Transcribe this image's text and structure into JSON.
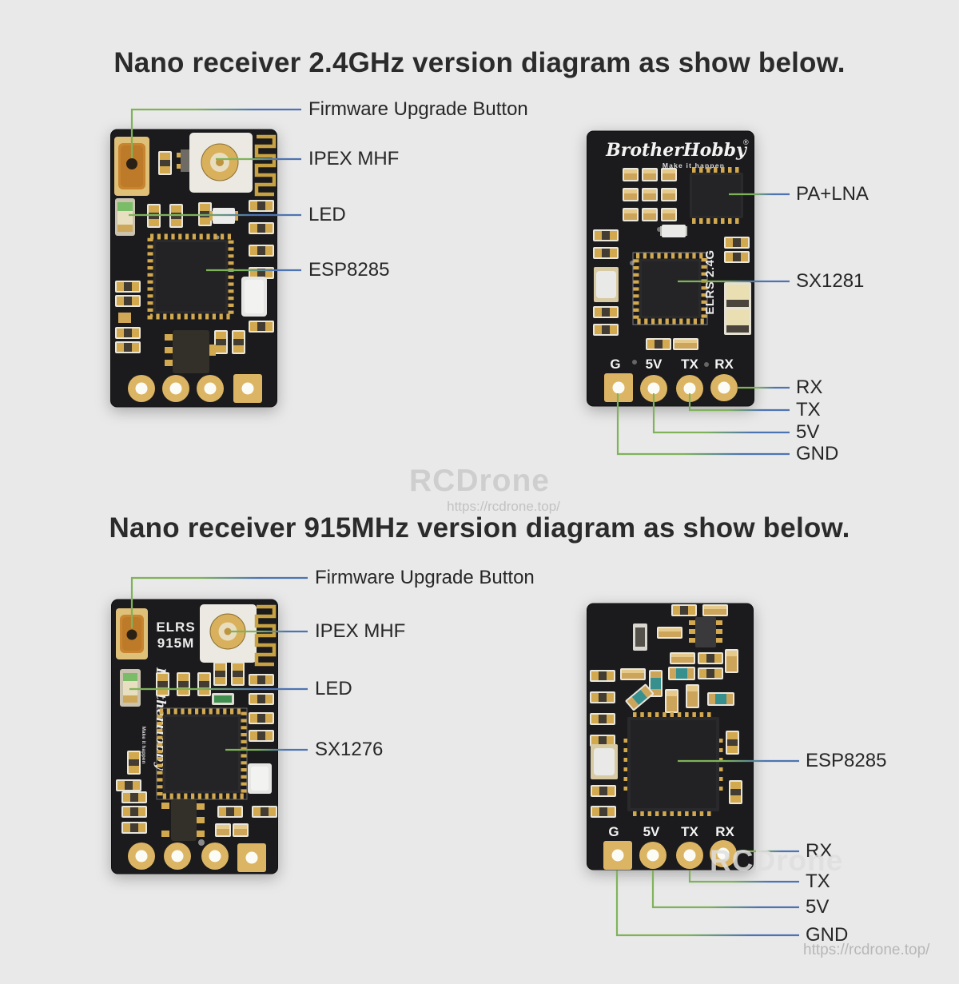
{
  "meta": {
    "colors": {
      "background": "#e9e9e9",
      "board": "#1b1b1d",
      "gold": "#d2a94f",
      "leader_green": "#7fb35a",
      "leader_blue": "#4d74b2",
      "watermark": "#cecece",
      "title_text": "#2b2b2b"
    }
  },
  "s1": {
    "title": "Nano receiver 2.4GHz version diagram as show below.",
    "left": {
      "firmware": "Firmware Upgrade Button",
      "ipex": "IPEX MHF",
      "led": "LED",
      "chip": "ESP8285"
    },
    "right": {
      "logo": "BrotherHobby",
      "reg": "®",
      "tagline": "Make it happen",
      "silk": "ELRS 2.4G",
      "pin_g": "G",
      "pin_5v": "5V",
      "pin_tx": "TX",
      "pin_rx": "RX",
      "pa": "PA+LNA",
      "chip": "SX1281",
      "rx": "RX",
      "tx": "TX",
      "v5": "5V",
      "gnd": "GND"
    }
  },
  "wm1": {
    "brand": "RCDrone",
    "url": "https://rcdrone.top/"
  },
  "s2": {
    "title": "Nano receiver 915MHz version diagram as show below.",
    "left": {
      "silk1": "ELRS",
      "silk2": "915M",
      "logo_vertical": "BrotherHobby",
      "tagline_vertical": "Make it happen",
      "firmware": "Firmware Upgrade Button",
      "ipex": "IPEX MHF",
      "led": "LED",
      "chip": "SX1276"
    },
    "right": {
      "pin_g": "G",
      "pin_5v": "5V",
      "pin_tx": "TX",
      "pin_rx": "RX",
      "chip": "ESP8285",
      "rx": "RX",
      "tx": "TX",
      "v5": "5V",
      "gnd": "GND"
    }
  },
  "wm2": {
    "brand": "RCDrone",
    "url": "https://rcdrone.top/"
  }
}
